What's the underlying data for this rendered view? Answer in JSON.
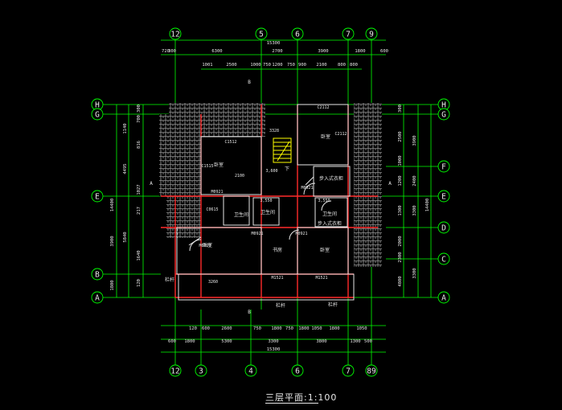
{
  "drawing": {
    "title": "三层平面",
    "scale": "1:100",
    "colors": {
      "background": "#000000",
      "axis": "#00ff00",
      "wall": "#ff2a2a",
      "line": "#e8e8e8",
      "text": "#e8e8e8",
      "hatch": "#d8d8d8",
      "stair": "#ffff00"
    },
    "axes_top": [
      "12",
      "5",
      "6",
      "7",
      "9"
    ],
    "axes_bottom": [
      "12",
      "3",
      "4",
      "6",
      "7",
      "89"
    ],
    "axes_left": [
      "H",
      "G",
      "E",
      "B",
      "A"
    ],
    "axes_right": [
      "H",
      "G",
      "F",
      "E",
      "D",
      "C",
      "A"
    ],
    "dims_top_total": "15300",
    "dims_top_row1": [
      "720",
      "300",
      "6300",
      "2700",
      "3900",
      "1800",
      "600"
    ],
    "dims_top_row2": [
      "1001",
      "2500",
      "1000",
      "750",
      "1200",
      "750",
      "900",
      "2100",
      "800",
      "800"
    ],
    "dims_bottom_row1": [
      "120",
      "600",
      "2600",
      "750",
      "1800",
      "750",
      "1800",
      "1050",
      "1800",
      "1050"
    ],
    "dims_bottom_row2": [
      "600",
      "1800",
      "5300",
      "3300",
      "3800",
      "1300",
      "500"
    ],
    "dims_bottom_total": "15300",
    "dims_left_outer": [
      "14400",
      "3900",
      "1800"
    ],
    "dims_left_mid": [
      "1140",
      "4495",
      "5840"
    ],
    "dims_left_inner": [
      "300",
      "700",
      "816",
      "1027",
      "217",
      "1640",
      "120"
    ],
    "dims_right_outer": [
      "14400"
    ],
    "dims_right_mid": [
      "3900",
      "2400",
      "3300",
      "3300"
    ],
    "dims_right_inner": [
      "300",
      "2500",
      "1000",
      "1200",
      "1300",
      "2000",
      "2300",
      "4800"
    ],
    "room_labels": [
      {
        "text": "卧室"
      },
      {
        "text": "卧室"
      },
      {
        "text": "卧室"
      },
      {
        "text": "卧室"
      },
      {
        "text": "书房"
      },
      {
        "text": "步入式衣柜"
      },
      {
        "text": "步入式衣柜"
      },
      {
        "text": "卫生间"
      },
      {
        "text": "卫生间"
      },
      {
        "text": "卫生间"
      },
      {
        "text": "下"
      },
      {
        "text": "栏杆"
      },
      {
        "text": "栏杆"
      },
      {
        "text": "栏杆"
      }
    ],
    "tags": [
      "C2112",
      "C2112",
      "C1512",
      "C1515",
      "M0921",
      "M0921",
      "M0921",
      "M0921",
      "M0921",
      "M1521",
      "M1521",
      "C0615",
      "2100",
      "3328",
      "3,600",
      "3,550",
      "3260",
      "3,550"
    ],
    "section_marks": [
      "A",
      "A",
      "B",
      "B"
    ]
  }
}
